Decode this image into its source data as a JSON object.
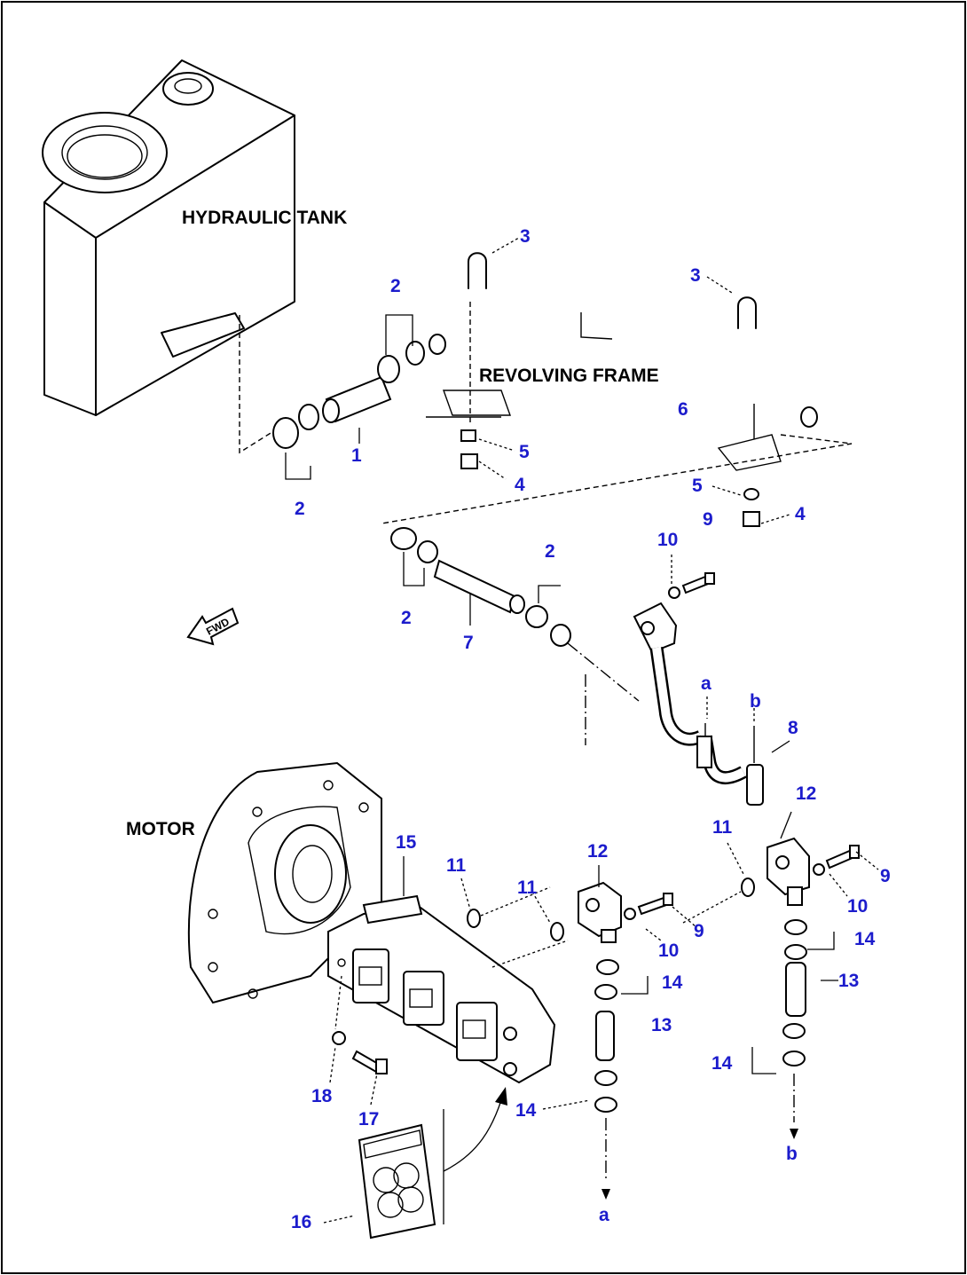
{
  "labels": {
    "hydraulic_tank": "HYDRAULIC TANK",
    "revolving_frame": "REVOLVING FRAME",
    "motor": "MOTOR",
    "fwd": "FWD"
  },
  "callouts": [
    {
      "id": "c-3a",
      "text": "3"
    },
    {
      "id": "c-3b",
      "text": "3"
    },
    {
      "id": "c-2a",
      "text": "2"
    },
    {
      "id": "c-1",
      "text": "1"
    },
    {
      "id": "c-2b",
      "text": "2"
    },
    {
      "id": "c-5a",
      "text": "5"
    },
    {
      "id": "c-4a",
      "text": "4"
    },
    {
      "id": "c-6",
      "text": "6"
    },
    {
      "id": "c-5b",
      "text": "5"
    },
    {
      "id": "c-9a",
      "text": "9"
    },
    {
      "id": "c-4b",
      "text": "4"
    },
    {
      "id": "c-10a",
      "text": "10"
    },
    {
      "id": "c-2c",
      "text": "2"
    },
    {
      "id": "c-2d",
      "text": "2"
    },
    {
      "id": "c-7",
      "text": "7"
    },
    {
      "id": "c-a1",
      "text": "a"
    },
    {
      "id": "c-b1",
      "text": "b"
    },
    {
      "id": "c-8",
      "text": "8"
    },
    {
      "id": "c-15",
      "text": "15"
    },
    {
      "id": "c-11a",
      "text": "11"
    },
    {
      "id": "c-11b",
      "text": "11"
    },
    {
      "id": "c-12a",
      "text": "12"
    },
    {
      "id": "c-11c",
      "text": "11"
    },
    {
      "id": "c-12b",
      "text": "12"
    },
    {
      "id": "c-9b",
      "text": "9"
    },
    {
      "id": "c-10b",
      "text": "10"
    },
    {
      "id": "c-9c",
      "text": "9"
    },
    {
      "id": "c-10c",
      "text": "10"
    },
    {
      "id": "c-14a",
      "text": "14"
    },
    {
      "id": "c-14b",
      "text": "14"
    },
    {
      "id": "c-13a",
      "text": "13"
    },
    {
      "id": "c-13b",
      "text": "13"
    },
    {
      "id": "c-14c",
      "text": "14"
    },
    {
      "id": "c-14d",
      "text": "14"
    },
    {
      "id": "c-18",
      "text": "18"
    },
    {
      "id": "c-17",
      "text": "17"
    },
    {
      "id": "c-16",
      "text": "16"
    },
    {
      "id": "c-a2",
      "text": "a"
    },
    {
      "id": "c-b2",
      "text": "b"
    }
  ]
}
